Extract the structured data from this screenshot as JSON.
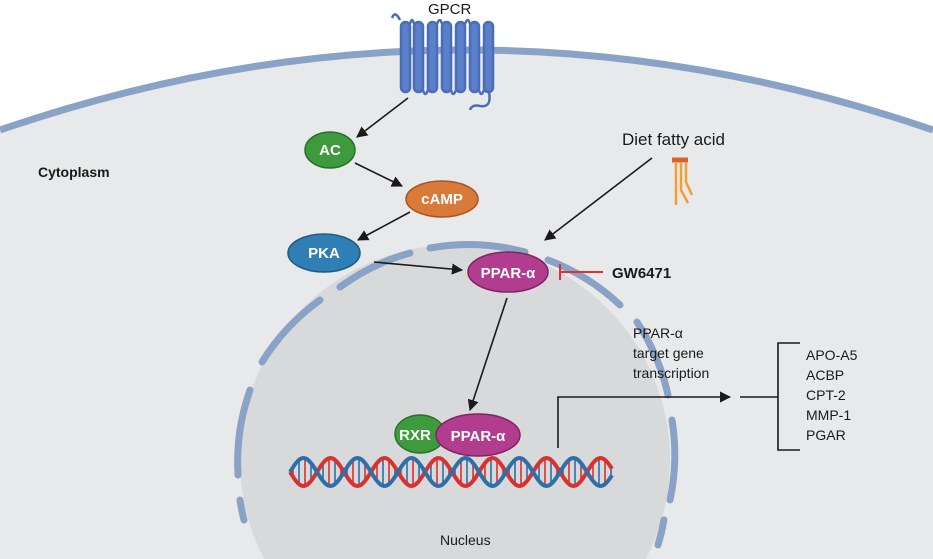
{
  "labels": {
    "gpcr": "GPCR",
    "cytoplasm": "Cytoplasm",
    "nucleus": "Nucleus",
    "diet_fatty_acid": "Diet fatty acid",
    "inhibitor": "GW6471",
    "transcription_line1": "PPAR-α",
    "transcription_line2": "target gene",
    "transcription_line3": "transcription"
  },
  "nodes": {
    "ac": "AC",
    "camp": "cAMP",
    "pka": "PKA",
    "ppar_cytoplasm": "PPAR-α",
    "rxr": "RXR",
    "ppar_nucleus": "PPAR-α"
  },
  "target_genes": [
    "APO-A5",
    "ACBP",
    "CPT-2",
    "MMP-1",
    "PGAR"
  ],
  "colors": {
    "cell_fill": "#e8e9ea",
    "membrane": "#8aa2c6",
    "nucleus_fill": "#d8d9db",
    "ac": "#3d9a3d",
    "camp": "#d9793a",
    "pka": "#2f7fb4",
    "ppar": "#b23d8e",
    "rxr": "#3d9a3d",
    "inhibit": "#e03030",
    "dna_blue": "#2e6fa8",
    "dna_red": "#d8322f",
    "fatty_acid": "#f0a030",
    "gpcr": "#4a6db8"
  }
}
